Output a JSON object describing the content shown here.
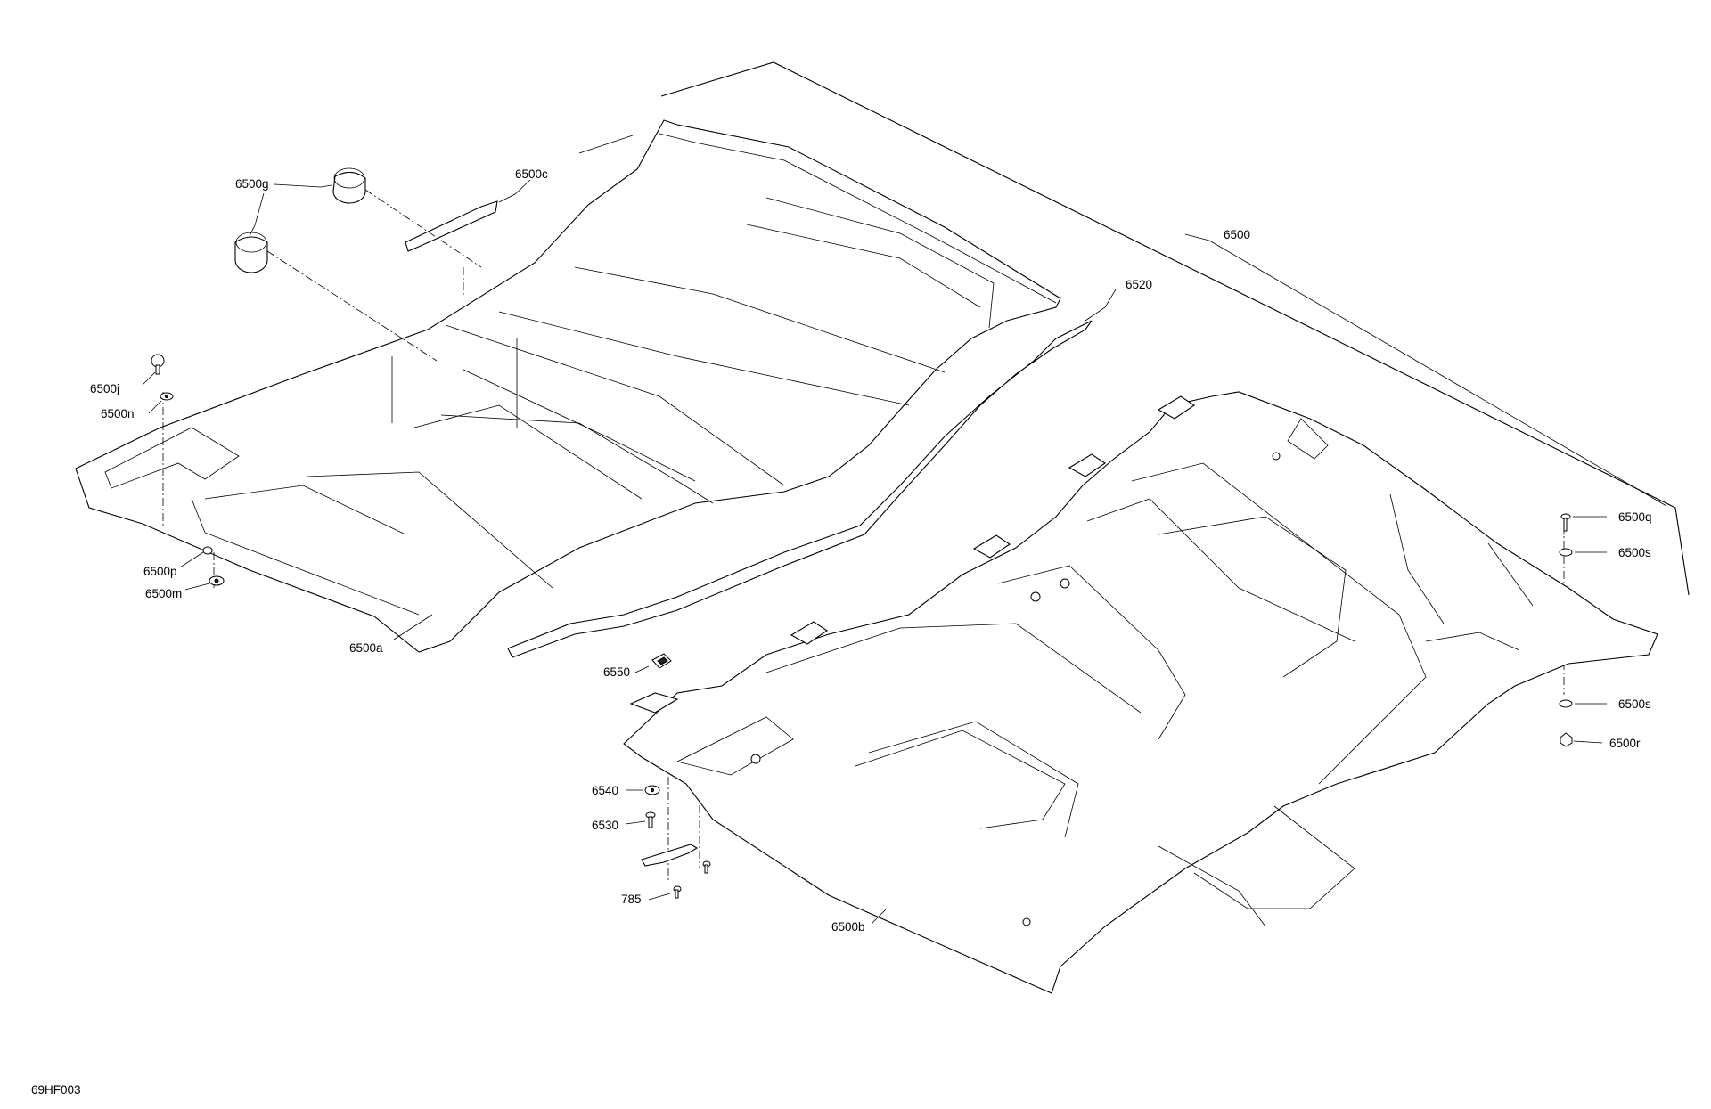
{
  "diagram": {
    "drawing_number": "69HF003",
    "callouts": {
      "c6500": "6500",
      "c6500a": "6500a",
      "c6500b": "6500b",
      "c6500c": "6500c",
      "c6500g": "6500g",
      "c6500j": "6500j",
      "c6500n": "6500n",
      "c6500p": "6500p",
      "c6500m": "6500m",
      "c6500q": "6500q",
      "c6500s_top": "6500s",
      "c6500s_bottom": "6500s",
      "c6500r": "6500r",
      "c6520": "6520",
      "c6550": "6550",
      "c6540": "6540",
      "c6530": "6530",
      "c785": "785"
    }
  }
}
